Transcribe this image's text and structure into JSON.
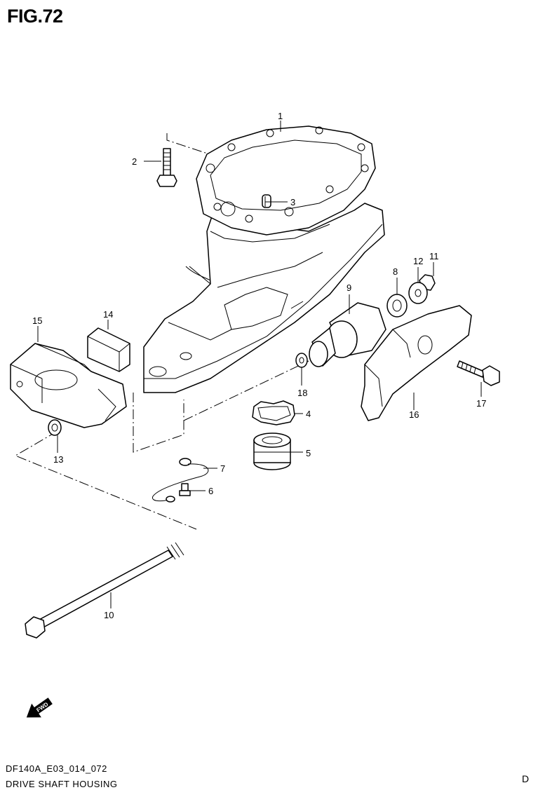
{
  "figure": {
    "title": "FIG.72"
  },
  "footer": {
    "model_code": "DF140A_E03_014_072",
    "section_title": "DRIVE SHAFT HOUSING",
    "page_letter": "D"
  },
  "fwd_arrow_label": "FWD",
  "callouts": [
    "1",
    "2",
    "3",
    "4",
    "5",
    "6",
    "7",
    "8",
    "9",
    "10",
    "11",
    "12",
    "13",
    "14",
    "15",
    "16",
    "17",
    "18"
  ]
}
